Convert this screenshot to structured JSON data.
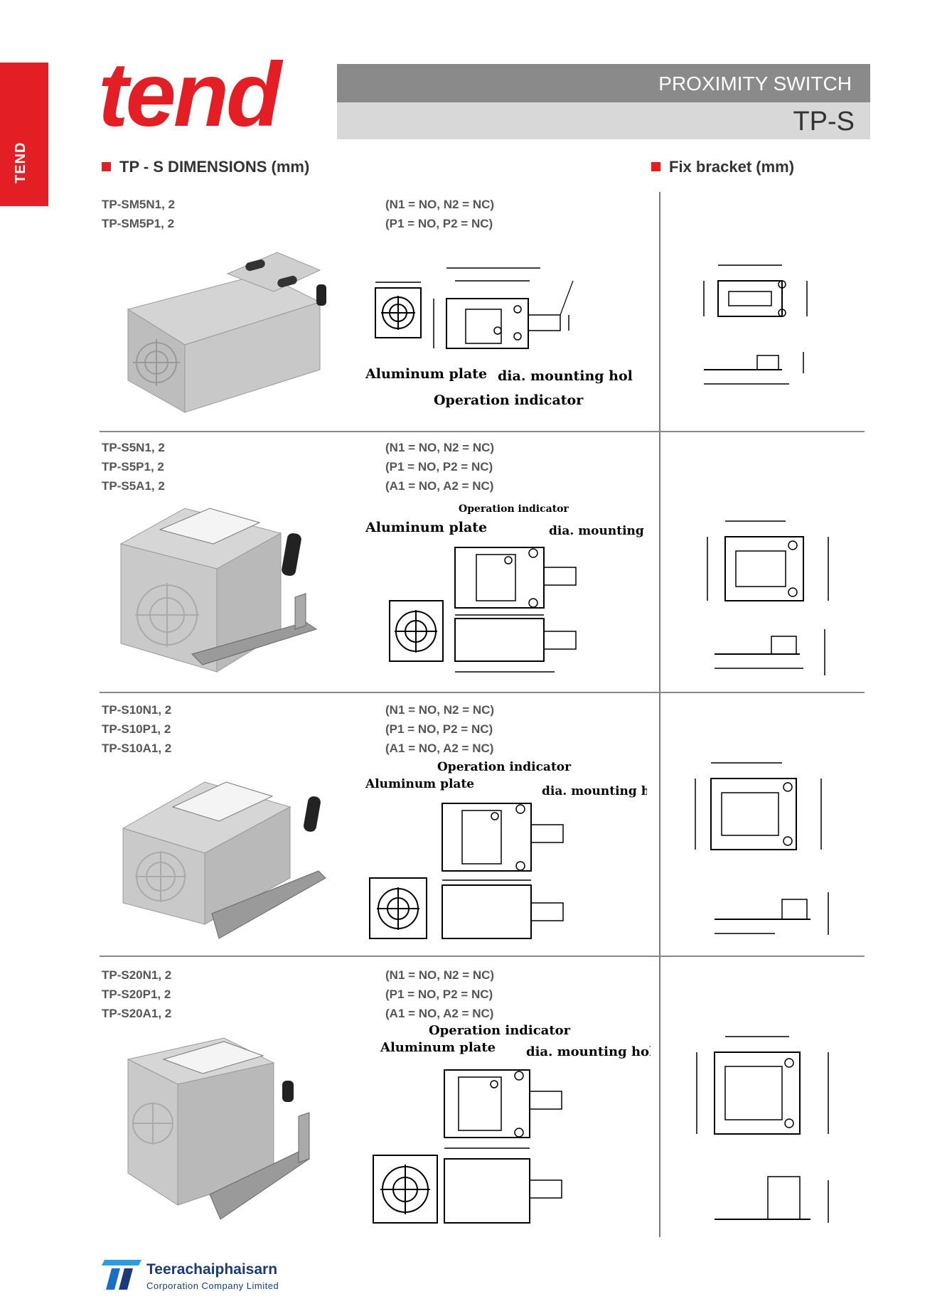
{
  "side_tab": "TEND",
  "brand_logo": "tend",
  "header": {
    "category": "PROXIMITY SWITCH",
    "model": "TP-S"
  },
  "sections": {
    "dimensions_title": "TP - S  DIMENSIONS (mm)",
    "bracket_title": "Fix bracket (mm)"
  },
  "rows": [
    {
      "models": [
        "TP-SM5N1, 2",
        "TP-SM5P1, 2"
      ],
      "notes": [
        "(N1 = NO, N2 = NC)",
        "(P1 = NO, P2 = NC)"
      ],
      "drawing_labels": {
        "aluminum": "Aluminum plate",
        "hole": "dia. mounting hole",
        "indicator": "Operation indicator"
      }
    },
    {
      "models": [
        "TP-S5N1, 2",
        "TP-S5P1, 2",
        "TP-S5A1, 2"
      ],
      "notes": [
        "(N1 = NO, N2 = NC)",
        "(P1 = NO, P2 = NC)",
        "(A1 = NO, A2 = NC)"
      ],
      "drawing_labels": {
        "aluminum": "Aluminum plate",
        "hole": "dia. mounting hole",
        "indicator": "Operation indicator"
      }
    },
    {
      "models": [
        "TP-S10N1, 2",
        "TP-S10P1, 2",
        "TP-S10A1, 2"
      ],
      "notes": [
        "(N1 = NO, N2 = NC)",
        "(P1 = NO, P2 = NC)",
        "(A1 = NO, A2 = NC)"
      ],
      "drawing_labels": {
        "aluminum": "Aluminum plate",
        "hole": "dia. mounting hole",
        "indicator": "Operation indicator"
      }
    },
    {
      "models": [
        "TP-S20N1, 2",
        "TP-S20P1, 2",
        "TP-S20A1, 2"
      ],
      "notes": [
        "(N1 = NO, N2 = NC)",
        "(P1 = NO, P2 = NC)",
        "(A1 = NO, A2 = NC)"
      ],
      "drawing_labels": {
        "aluminum": "Aluminum plate",
        "hole": "dia. mounting hole",
        "indicator": "Operation indicator"
      }
    }
  ],
  "footer": {
    "company": "Teerachaiphaisarn",
    "subtitle": "Corporation Company Limited"
  },
  "colors": {
    "brand_red": "#e31e24",
    "header_dark": "#8a8a8a",
    "header_light": "#d8d8d8",
    "footer_blue": "#1a3a7a"
  }
}
